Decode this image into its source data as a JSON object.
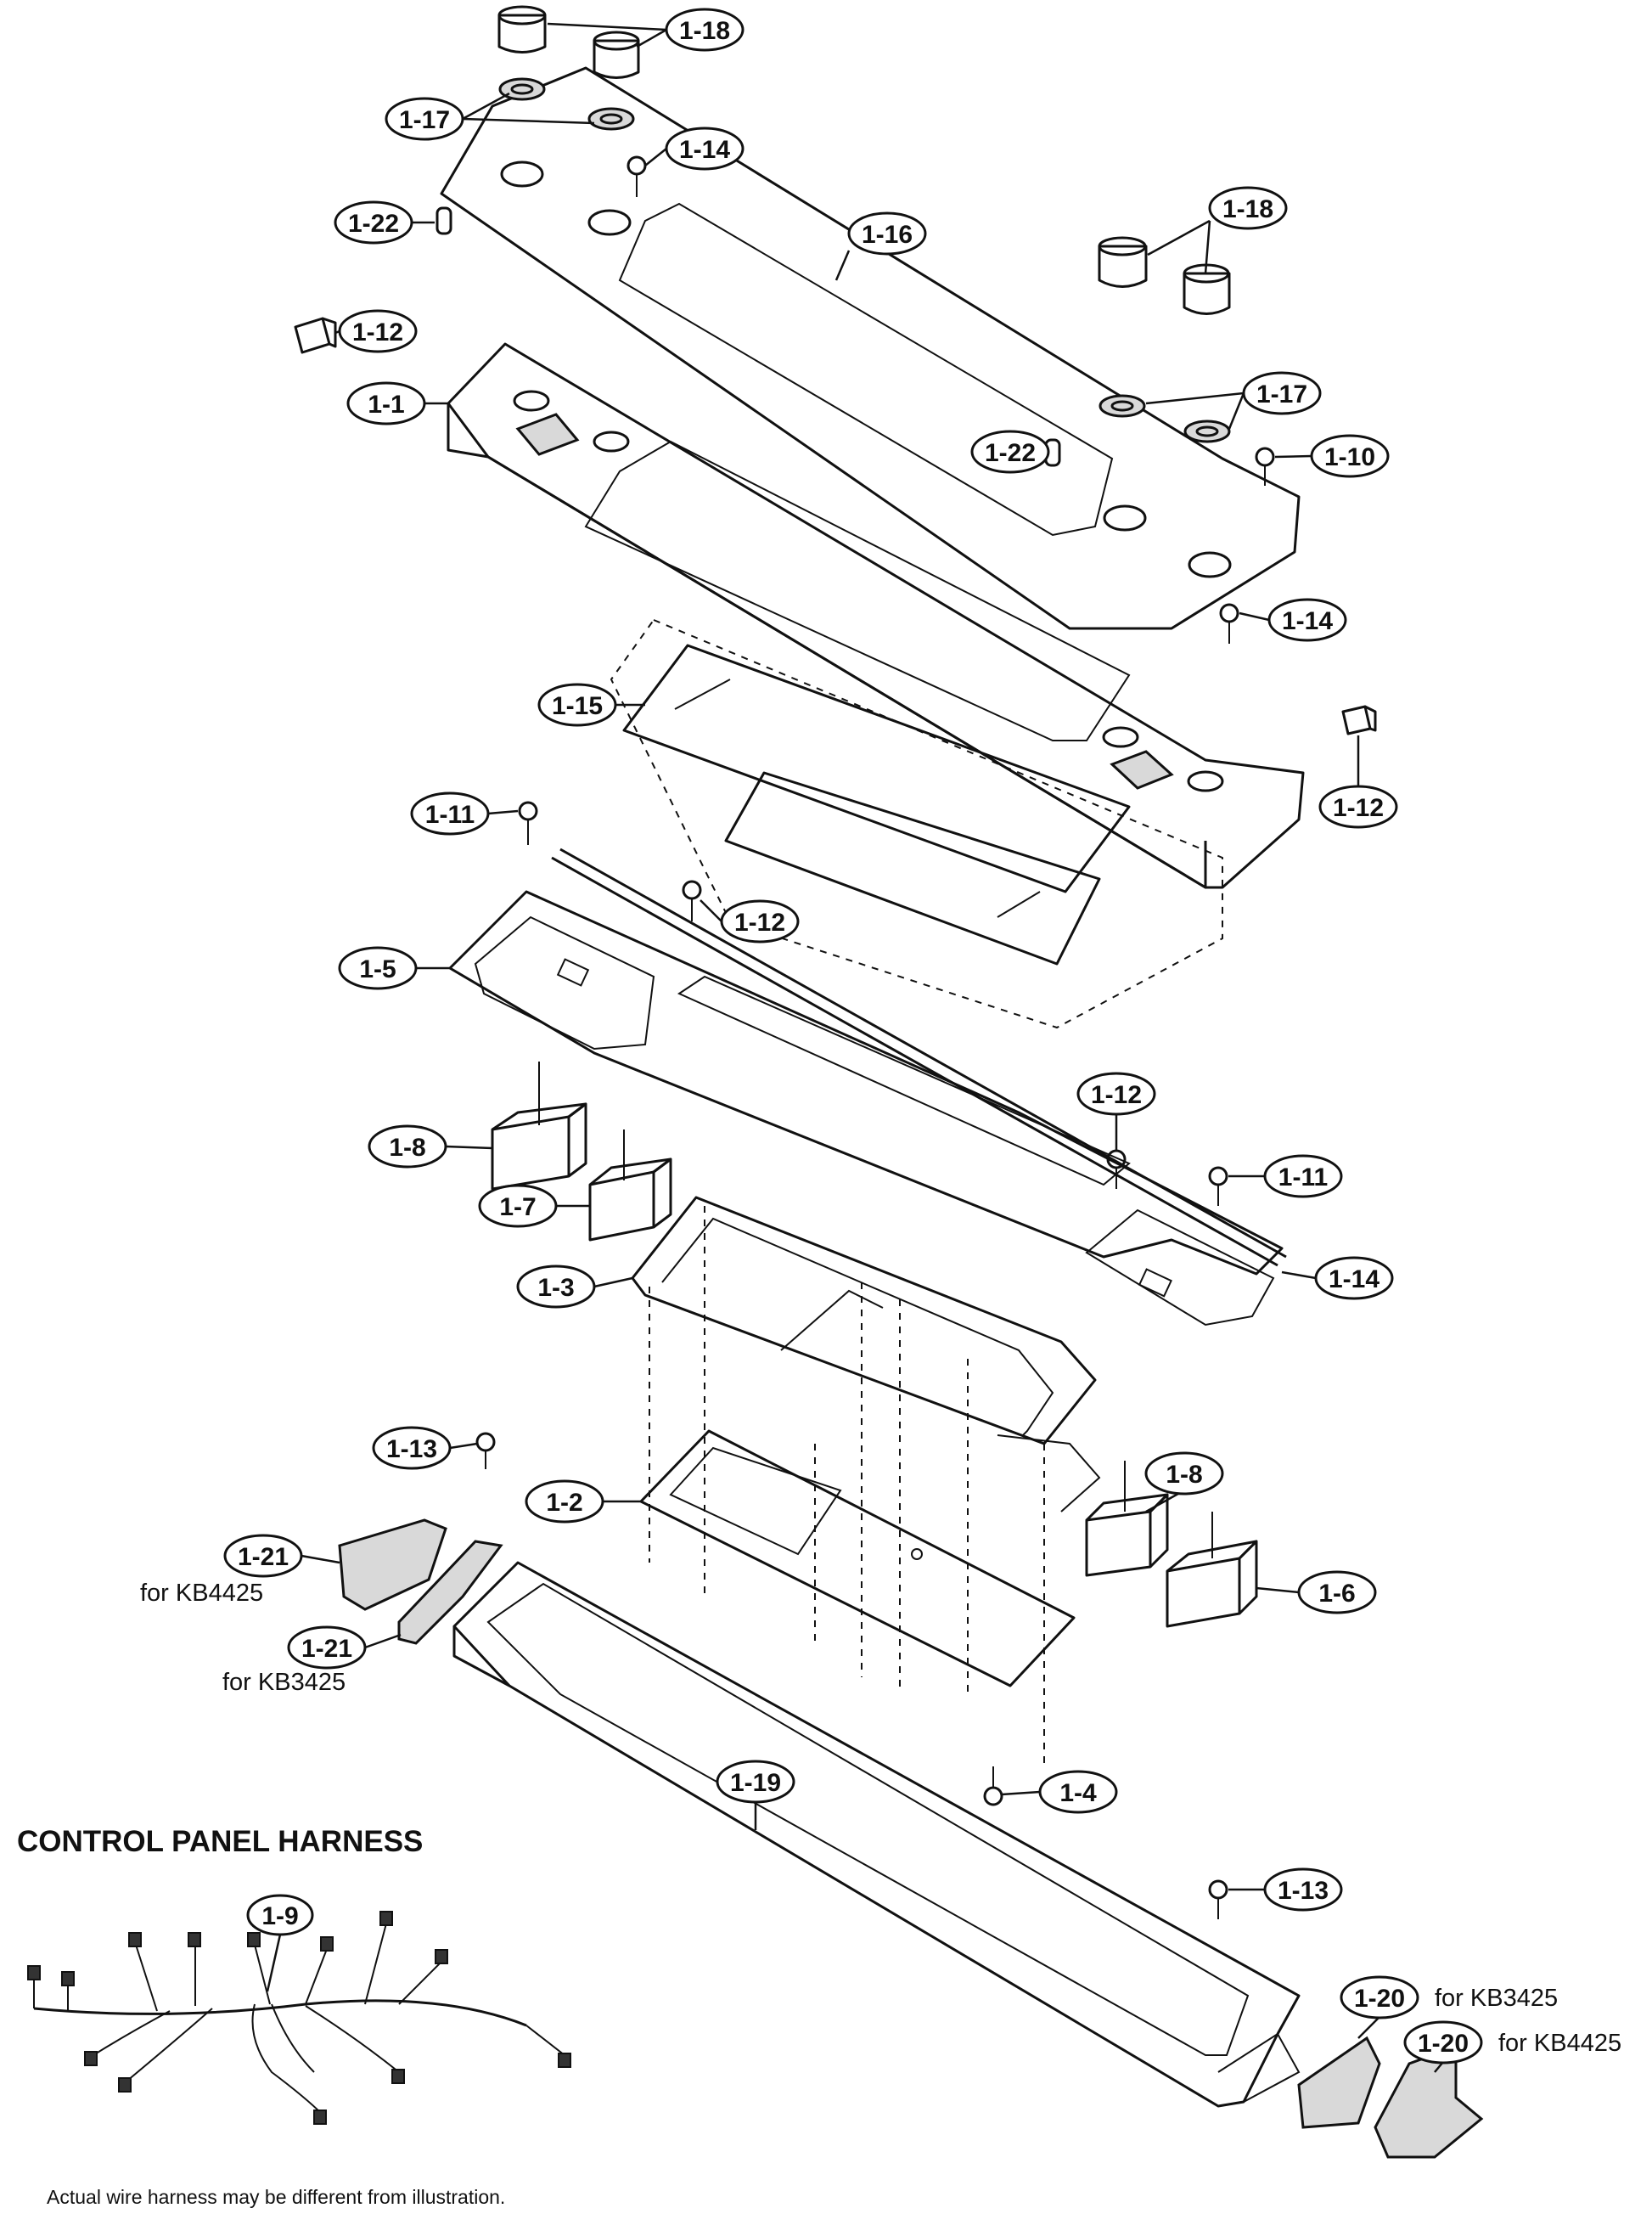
{
  "harness_heading": "CONTROL PANEL HARNESS",
  "harness_note": "Actual wire harness may be different from illustration.",
  "callouts": [
    {
      "id": "c1",
      "label": "1-18"
    },
    {
      "id": "c2",
      "label": "1-17"
    },
    {
      "id": "c3",
      "label": "1-14"
    },
    {
      "id": "c4",
      "label": "1-22"
    },
    {
      "id": "c5",
      "label": "1-16"
    },
    {
      "id": "c6",
      "label": "1-18"
    },
    {
      "id": "c7",
      "label": "1-12"
    },
    {
      "id": "c8",
      "label": "1-1"
    },
    {
      "id": "c9",
      "label": "1-17"
    },
    {
      "id": "c10",
      "label": "1-22"
    },
    {
      "id": "c11",
      "label": "1-10"
    },
    {
      "id": "c12",
      "label": "1-14"
    },
    {
      "id": "c13",
      "label": "1-15"
    },
    {
      "id": "c14",
      "label": "1-12"
    },
    {
      "id": "c15",
      "label": "1-11"
    },
    {
      "id": "c16",
      "label": "1-12"
    },
    {
      "id": "c17",
      "label": "1-5"
    },
    {
      "id": "c18",
      "label": "1-12"
    },
    {
      "id": "c19",
      "label": "1-8"
    },
    {
      "id": "c20",
      "label": "1-11"
    },
    {
      "id": "c21",
      "label": "1-7"
    },
    {
      "id": "c22",
      "label": "1-3"
    },
    {
      "id": "c23",
      "label": "1-14"
    },
    {
      "id": "c24",
      "label": "1-13"
    },
    {
      "id": "c25",
      "label": "1-8"
    },
    {
      "id": "c26",
      "label": "1-2"
    },
    {
      "id": "c27",
      "label": "1-21"
    },
    {
      "id": "c28",
      "label": "1-6"
    },
    {
      "id": "c29",
      "label": "1-21"
    },
    {
      "id": "c30",
      "label": "1-19"
    },
    {
      "id": "c31",
      "label": "1-4"
    },
    {
      "id": "c32",
      "label": "1-13"
    },
    {
      "id": "c33",
      "label": "1-9"
    },
    {
      "id": "c34",
      "label": "1-20"
    },
    {
      "id": "c35",
      "label": "1-20"
    }
  ],
  "notes": [
    {
      "id": "n1",
      "text": "for KB4425"
    },
    {
      "id": "n2",
      "text": "for KB3425"
    },
    {
      "id": "n3",
      "text": "for KB3425"
    },
    {
      "id": "n4",
      "text": "for KB4425"
    }
  ]
}
